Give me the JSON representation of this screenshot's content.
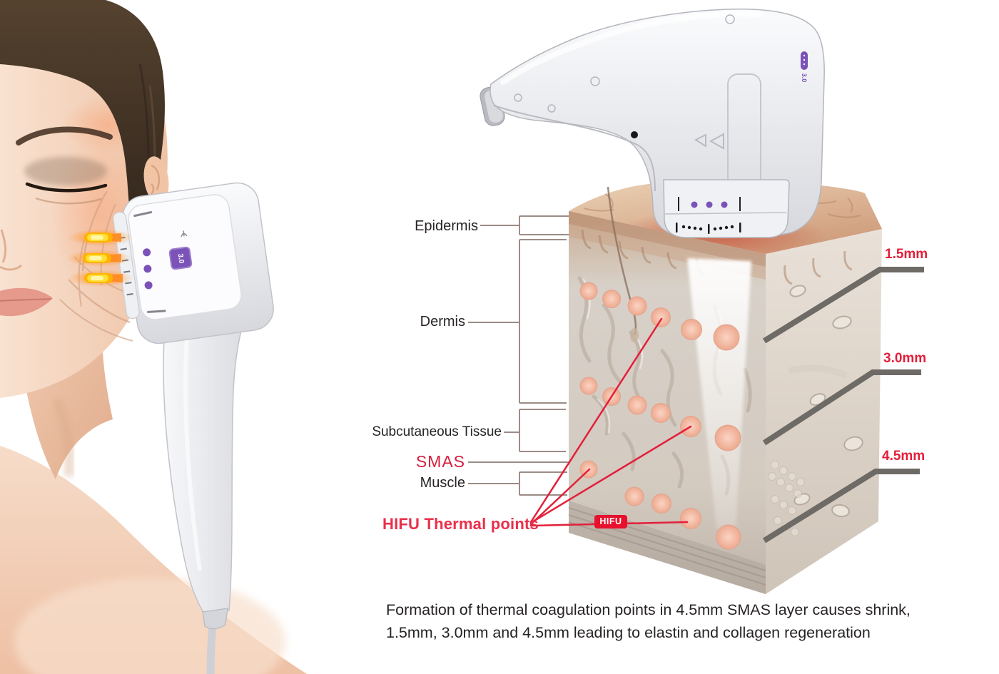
{
  "left_panel": {
    "device_screen_value": "3.0"
  },
  "diagram": {
    "layer_labels": {
      "epidermis": "Epidermis",
      "dermis": "Dermis",
      "subcutaneous_tissue": "Subcutaneous Tissue",
      "smas": "SMAS",
      "muscle": "Muscle"
    },
    "annotations": {
      "thermal_points_label": "HIFU Thermal points",
      "hifu_badge": "HIFU"
    },
    "depth_markers": {
      "d1": "1.5mm",
      "d2": "3.0mm",
      "d3": "4.5mm"
    },
    "device_side_label": "3.0"
  },
  "caption": {
    "line1": "Formation of thermal coagulation points in 4.5mm SMAS layer causes shrink,",
    "line2": "1.5mm, 3.0mm and 4.5mm leading to elastin and collagen regeneration"
  },
  "colors": {
    "accent_red": "#e31f3a",
    "smas_red": "#d5203e",
    "thermal_label_red": "#e9304b",
    "badge_red": "#e8112d",
    "label_black": "#272324",
    "depth_bar_gray": "#6e6a66",
    "bracket_gray": "#9c8c86",
    "device_purple": "#7a52b8",
    "thermal_point_pink": "#f3b5a2",
    "beam_yellow": "#ffd400",
    "beam_orange": "#ff8a1e"
  }
}
